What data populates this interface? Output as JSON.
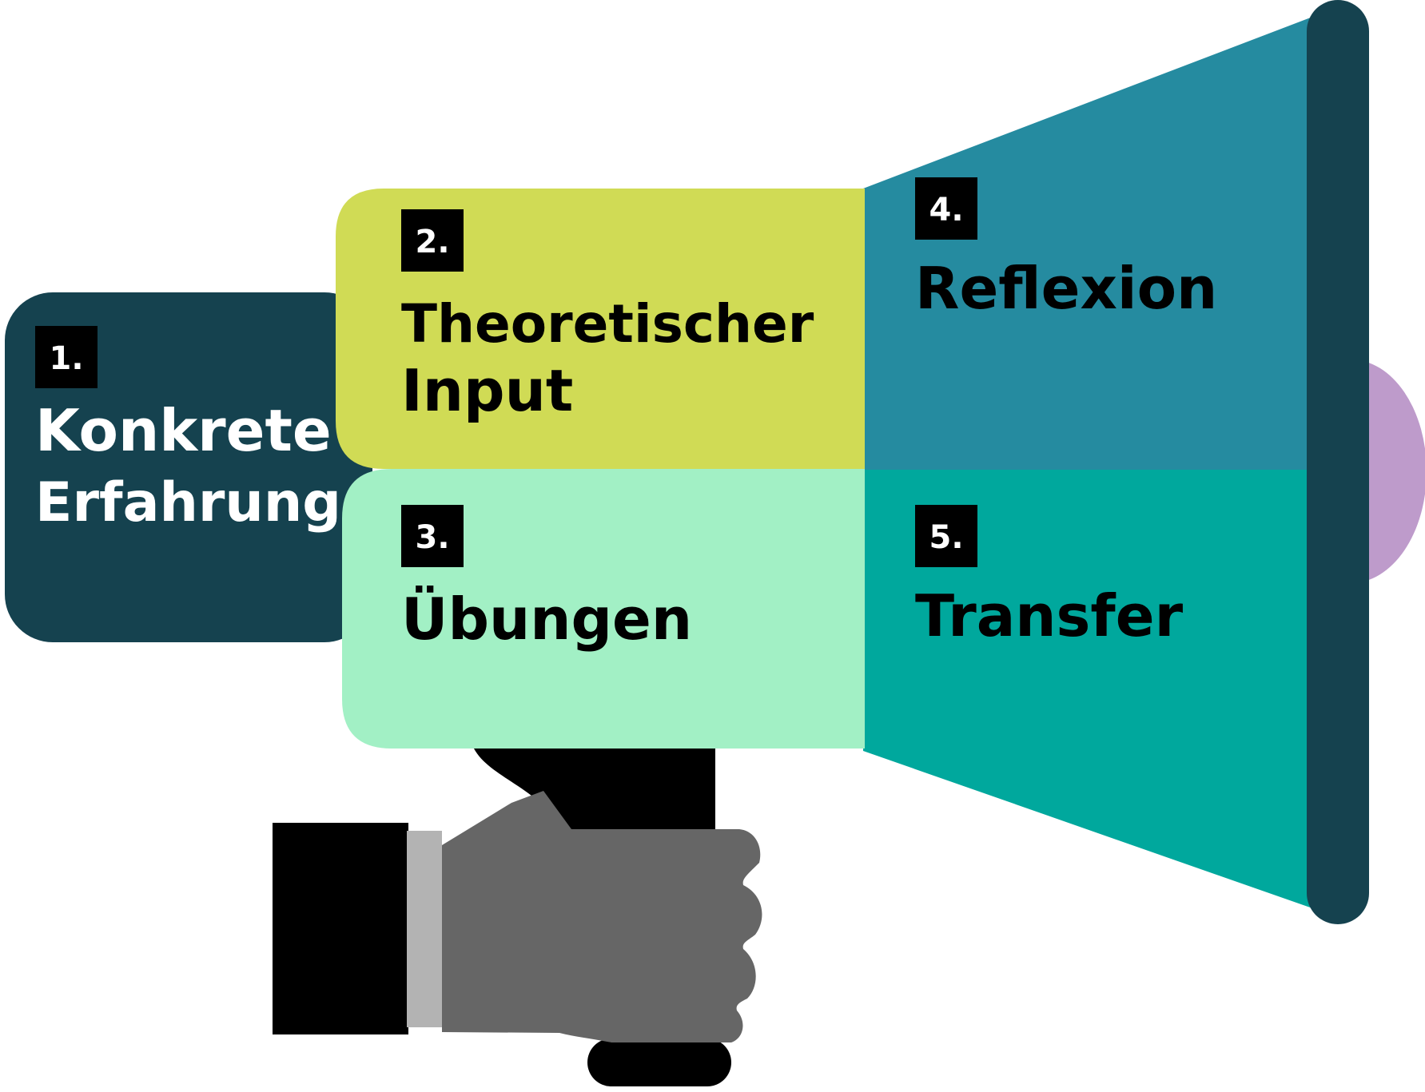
{
  "colors": {
    "dark_teal": "#15424F",
    "blue_teal": "#258BA0",
    "teal": "#00A89D",
    "lime": "#D0DB55",
    "mint": "#A2F0C5",
    "purple": "#BE9BCB",
    "black": "#000000",
    "hand_gray": "#666666",
    "cuff_gray": "#B3B3B3",
    "white": "#FFFFFF"
  },
  "steps": [
    {
      "number": "1.",
      "line1": "Konkrete",
      "line2": "Erfahrung"
    },
    {
      "number": "2.",
      "line1": "Theoretischer",
      "line2": "Input"
    },
    {
      "number": "3.",
      "line1": "Übungen"
    },
    {
      "number": "4.",
      "line1": "Reflexion"
    },
    {
      "number": "5.",
      "line1": "Transfer"
    }
  ]
}
